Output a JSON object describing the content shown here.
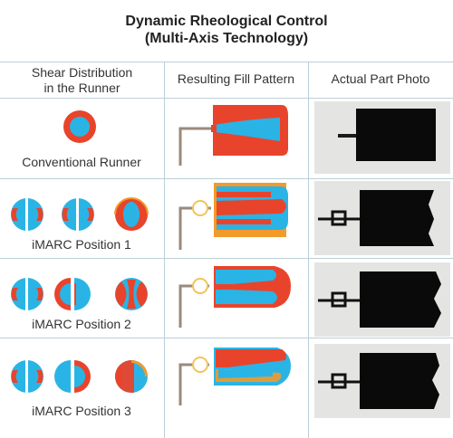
{
  "title": {
    "line1": "Dynamic Rheological Control",
    "line2": "(Multi-Axis Technology)"
  },
  "headers": {
    "col1_line1": "Shear Distribution",
    "col1_line2": "in the Runner",
    "col2": "Resulting Fill Pattern",
    "col3": "Actual Part Photo"
  },
  "rows": [
    {
      "label": "Conventional Runner"
    },
    {
      "label": "iMARC Position 1"
    },
    {
      "label": "iMARC Position 2"
    },
    {
      "label": "iMARC Position 3"
    }
  ],
  "colors": {
    "high_shear": "#e8442c",
    "low_shear": "#2ab4e6",
    "outer": "#f29a2a",
    "part": "#0a0a0a",
    "photo_bg": "#e4e4e2",
    "grid": "#bcd0d8"
  }
}
